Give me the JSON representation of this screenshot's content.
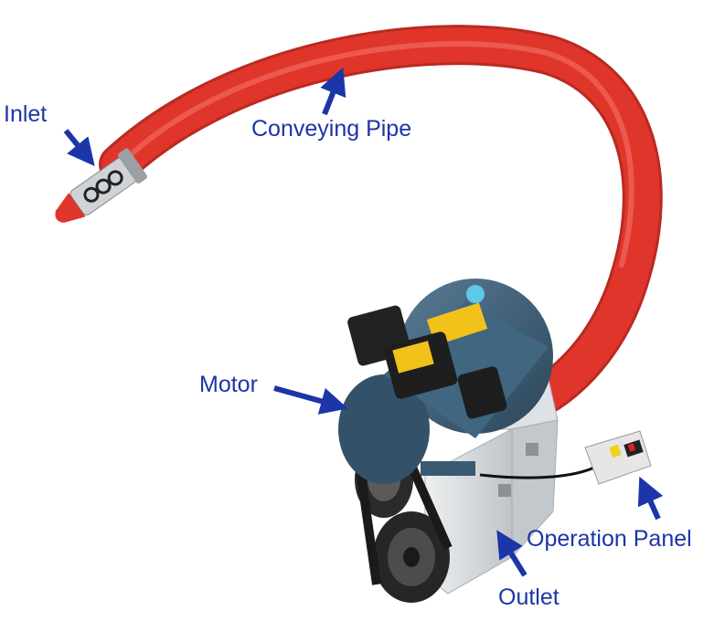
{
  "labels": {
    "inlet": "Inlet",
    "conveying_pipe": "Conveying Pipe",
    "motor": "Motor",
    "operation_panel": "Operation Panel",
    "outlet": "Outlet"
  },
  "colors": {
    "label_text": "#1c35a8",
    "arrow": "#1c35a8",
    "pipe": "#e0352b",
    "pipe_highlight": "#f06a5f",
    "motor_body": "#3d5f78",
    "housing": "#d9dcde",
    "panel": "#e6e6e6"
  }
}
